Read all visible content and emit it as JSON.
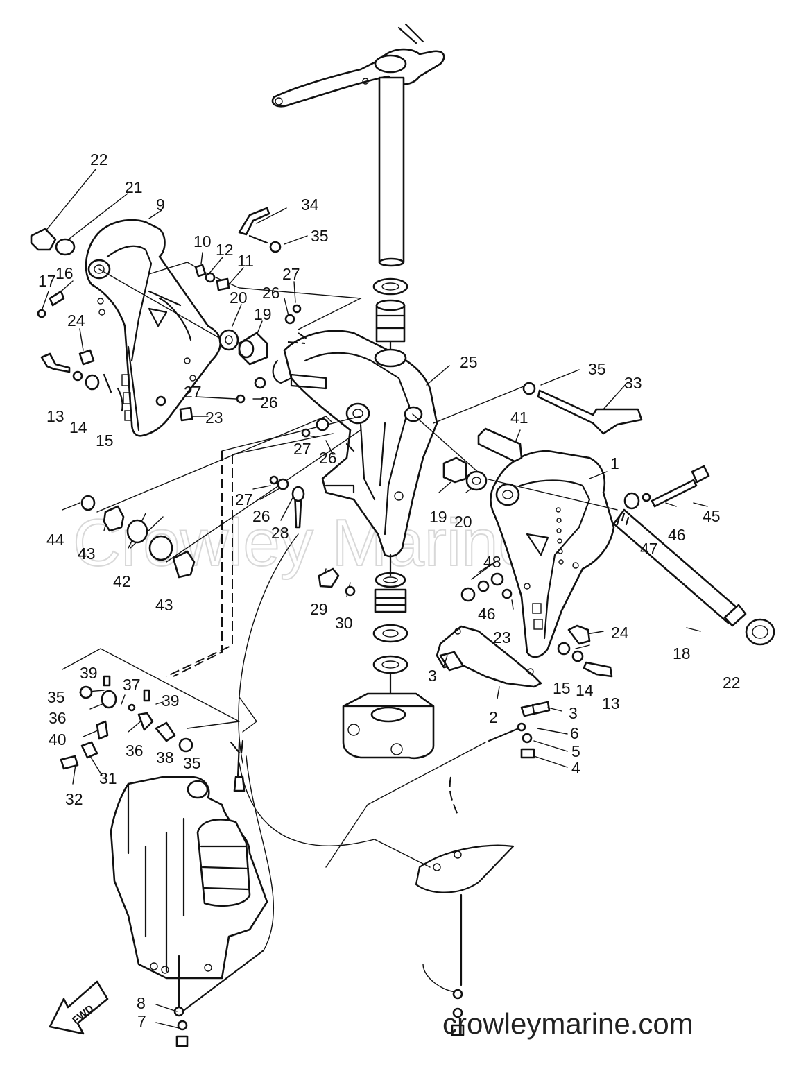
{
  "watermark": "Crowley Marine",
  "footer_url": "crowleymarine.com",
  "fwd_label": "FWD",
  "part_labels": [
    {
      "id": "22a",
      "text": "22"
    },
    {
      "id": "21",
      "text": "21"
    },
    {
      "id": "9",
      "text": "9"
    },
    {
      "id": "34",
      "text": "34"
    },
    {
      "id": "35a",
      "text": "35"
    },
    {
      "id": "10",
      "text": "10"
    },
    {
      "id": "12",
      "text": "12"
    },
    {
      "id": "11",
      "text": "11"
    },
    {
      "id": "17",
      "text": "17"
    },
    {
      "id": "16",
      "text": "16"
    },
    {
      "id": "27a",
      "text": "27"
    },
    {
      "id": "26a",
      "text": "26"
    },
    {
      "id": "20a",
      "text": "20"
    },
    {
      "id": "19a",
      "text": "19"
    },
    {
      "id": "24a",
      "text": "24"
    },
    {
      "id": "25",
      "text": "25"
    },
    {
      "id": "35b",
      "text": "35"
    },
    {
      "id": "33",
      "text": "33"
    },
    {
      "id": "27b",
      "text": "27"
    },
    {
      "id": "26b",
      "text": "26"
    },
    {
      "id": "13a",
      "text": "13"
    },
    {
      "id": "14a",
      "text": "14"
    },
    {
      "id": "15a",
      "text": "15"
    },
    {
      "id": "23a",
      "text": "23"
    },
    {
      "id": "41",
      "text": "41"
    },
    {
      "id": "27c",
      "text": "27"
    },
    {
      "id": "26c",
      "text": "26"
    },
    {
      "id": "1",
      "text": "1"
    },
    {
      "id": "45",
      "text": "45"
    },
    {
      "id": "44",
      "text": "44"
    },
    {
      "id": "43a",
      "text": "43"
    },
    {
      "id": "27d",
      "text": "27"
    },
    {
      "id": "26d",
      "text": "26"
    },
    {
      "id": "28",
      "text": "28"
    },
    {
      "id": "19b",
      "text": "19"
    },
    {
      "id": "20b",
      "text": "20"
    },
    {
      "id": "47",
      "text": "47"
    },
    {
      "id": "46a",
      "text": "46"
    },
    {
      "id": "42",
      "text": "42"
    },
    {
      "id": "43b",
      "text": "43"
    },
    {
      "id": "48",
      "text": "48"
    },
    {
      "id": "29",
      "text": "29"
    },
    {
      "id": "30",
      "text": "30"
    },
    {
      "id": "46b",
      "text": "46"
    },
    {
      "id": "23b",
      "text": "23"
    },
    {
      "id": "24b",
      "text": "24"
    },
    {
      "id": "18",
      "text": "18"
    },
    {
      "id": "15b",
      "text": "15"
    },
    {
      "id": "14b",
      "text": "14"
    },
    {
      "id": "13b",
      "text": "13"
    },
    {
      "id": "22b",
      "text": "22"
    },
    {
      "id": "3a",
      "text": "3"
    },
    {
      "id": "3b",
      "text": "3"
    },
    {
      "id": "2",
      "text": "2"
    },
    {
      "id": "6",
      "text": "6"
    },
    {
      "id": "5",
      "text": "5"
    },
    {
      "id": "4",
      "text": "4"
    },
    {
      "id": "39a",
      "text": "39"
    },
    {
      "id": "35c",
      "text": "35"
    },
    {
      "id": "37",
      "text": "37"
    },
    {
      "id": "39b",
      "text": "39"
    },
    {
      "id": "36a",
      "text": "36"
    },
    {
      "id": "40",
      "text": "40"
    },
    {
      "id": "36b",
      "text": "36"
    },
    {
      "id": "38",
      "text": "38"
    },
    {
      "id": "35d",
      "text": "35"
    },
    {
      "id": "31",
      "text": "31"
    },
    {
      "id": "32",
      "text": "32"
    },
    {
      "id": "8",
      "text": "8"
    },
    {
      "id": "7",
      "text": "7"
    }
  ]
}
